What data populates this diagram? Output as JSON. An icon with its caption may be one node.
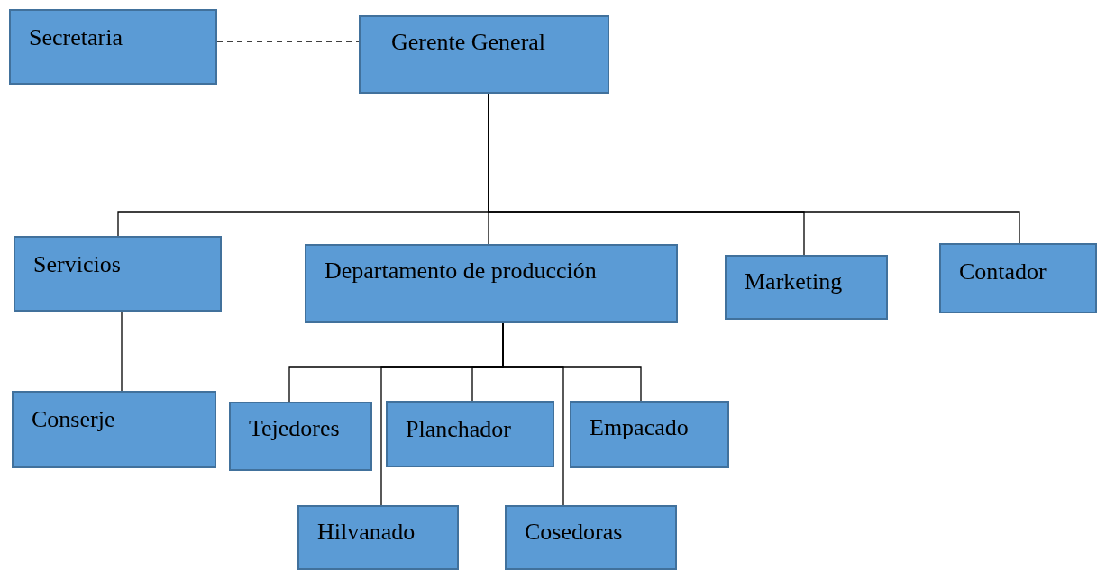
{
  "diagram": {
    "nodes": [
      {
        "text": [
          "Secretaria"
        ]
      },
      {
        "text": [
          "Gerente General"
        ]
      },
      {
        "text": [
          "Servicios"
        ]
      },
      {
        "text": [
          "Departamento de producción"
        ]
      },
      {
        "text": [
          "Marketing"
        ]
      },
      {
        "text": [
          "Contador"
        ]
      },
      {
        "text": [
          "Conserje"
        ]
      },
      {
        "text": [
          "Tejedores"
        ]
      },
      {
        "text": [
          "Planchador"
        ]
      },
      {
        "text": [
          "Empacado"
        ]
      },
      {
        "text": [
          "Hilvanado"
        ]
      },
      {
        "text": [
          "Cosedoras"
        ]
      }
    ],
    "edges": [
      {
        "from": 0,
        "to": 1,
        "arrow": "none",
        "style": "dashed"
      },
      {
        "from": 1,
        "to": 2,
        "arrow": "none"
      },
      {
        "from": 1,
        "to": 3,
        "arrow": "none"
      },
      {
        "from": 1,
        "to": 4,
        "arrow": "none"
      },
      {
        "from": 1,
        "to": 5,
        "arrow": "none"
      },
      {
        "from": 2,
        "to": 6,
        "arrow": "none"
      },
      {
        "from": 3,
        "to": 7,
        "arrow": "none"
      },
      {
        "from": 3,
        "to": 8,
        "arrow": "none"
      },
      {
        "from": 3,
        "to": 9,
        "arrow": "none"
      },
      {
        "from": 3,
        "to": 10,
        "arrow": "none"
      },
      {
        "from": 3,
        "to": 11,
        "arrow": "none"
      }
    ]
  }
}
